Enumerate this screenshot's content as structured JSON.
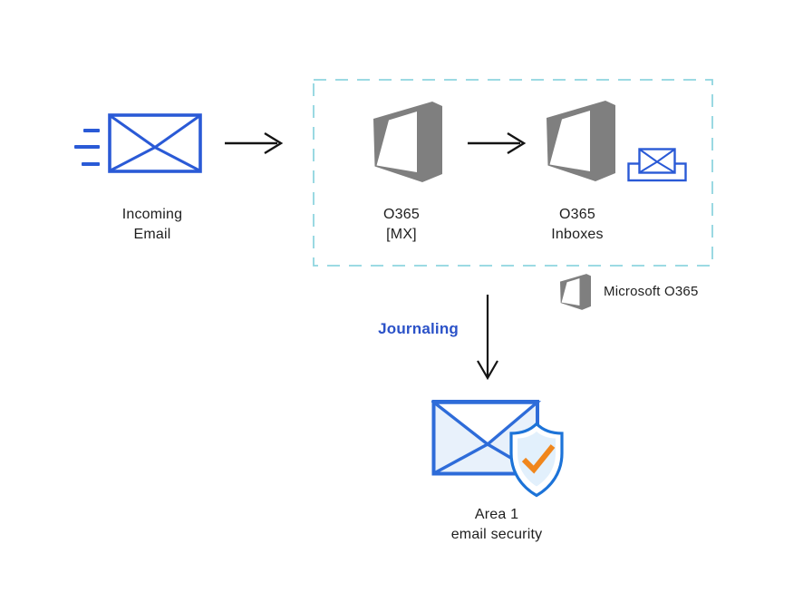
{
  "nodes": {
    "incoming_email": {
      "line1": "Incoming",
      "line2": "Email"
    },
    "o365_mx": {
      "line1": "O365",
      "line2": "[MX]"
    },
    "o365_inboxes": {
      "line1": "O365",
      "line2": "Inboxes"
    },
    "area1": {
      "line1": "Area 1",
      "line2": "email security"
    }
  },
  "labels": {
    "journaling": "Journaling",
    "legend": "Microsoft O365"
  },
  "icons": {
    "incoming_envelope": "envelope-with-speed-lines-icon",
    "office_logo": "microsoft-office-logo-icon",
    "inbox": "envelope-in-tray-icon",
    "area1_security": "envelope-with-shield-check-icon",
    "arrows": [
      "arrow-right-icon",
      "arrow-right-icon",
      "arrow-down-icon"
    ]
  },
  "colors": {
    "envelope_blue": "#2a5ad6",
    "area1_envelope_blue": "#2e6cd9",
    "envelope_fill_light": "#e8f1fb",
    "shield_blue": "#1c73d8",
    "shield_fill_light": "#e2f0fc",
    "check_orange": "#f0861c",
    "office_gray": "#7f7f7f",
    "dashed_border_teal": "#8fd5df",
    "journaling_blue": "#2b52c8",
    "text_dark": "#1e1e1e",
    "arrow_black": "#141414"
  }
}
